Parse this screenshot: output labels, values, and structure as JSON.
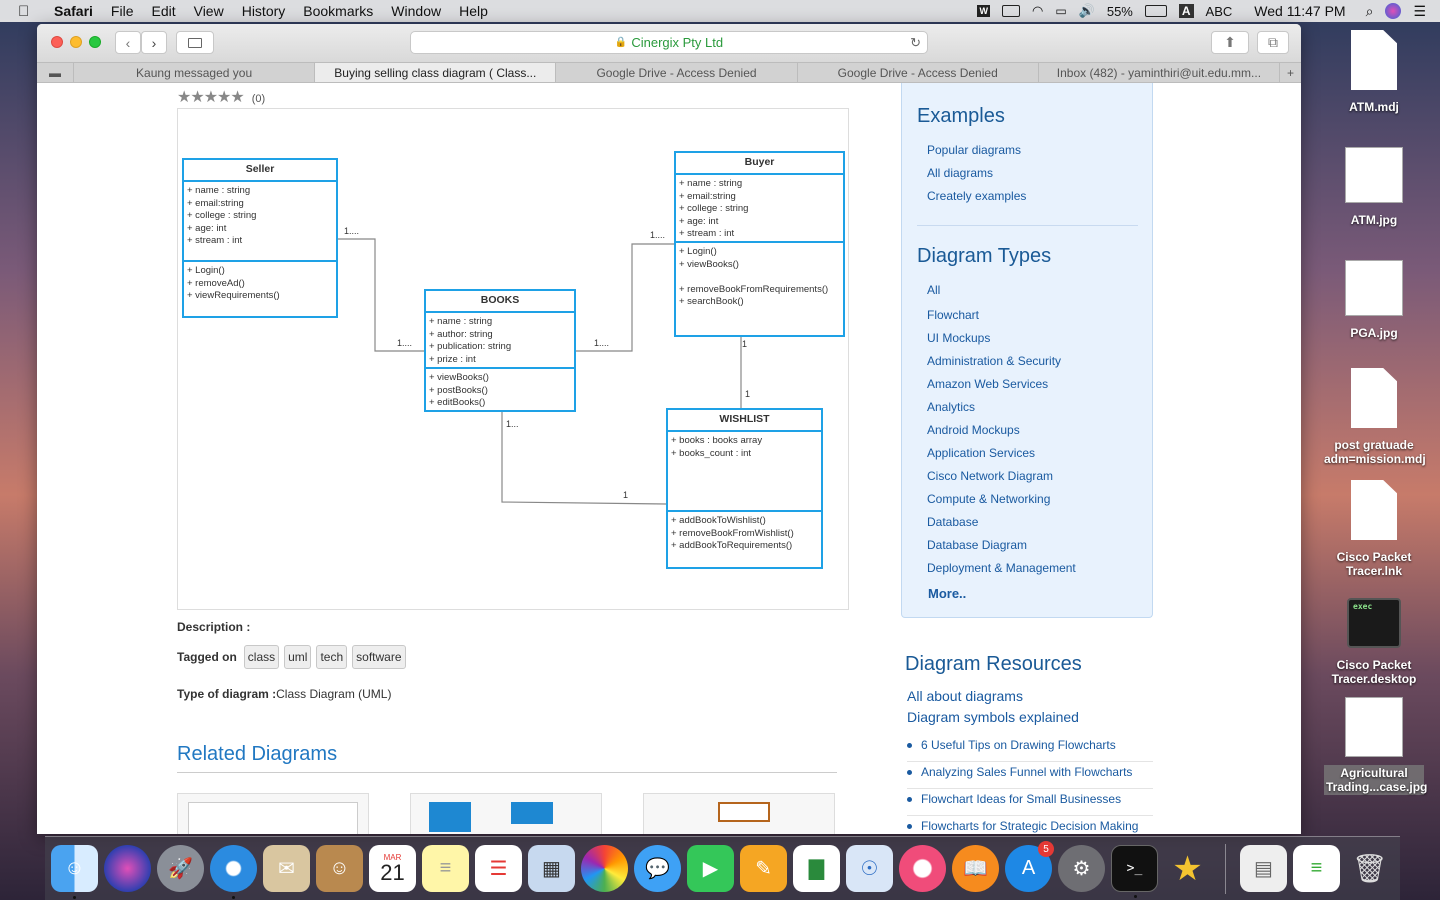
{
  "menubar": {
    "app": "Safari",
    "items": [
      "File",
      "Edit",
      "View",
      "History",
      "Bookmarks",
      "Window",
      "Help"
    ],
    "battery": "55%",
    "input_letter": "A",
    "input_source": "ABC",
    "clock": "Wed 11:47 PM"
  },
  "browser": {
    "url_display": "Cinergix Pty Ltd",
    "tabs": [
      "Kaung messaged you",
      "Buying selling class diagram ( Class...",
      "Google Drive - Access Denied",
      "Google Drive - Access Denied",
      "Inbox (482) - yaminthiri@uit.edu.mm..."
    ]
  },
  "page": {
    "rating_count": "(0)",
    "description_label": "Description :",
    "tagged_label": "Tagged on",
    "tags": [
      "class",
      "uml",
      "tech",
      "software"
    ],
    "type_label": "Type of diagram :",
    "type_value": "Class Diagram (UML)",
    "related_title": "Related Diagrams"
  },
  "diagram": {
    "seller": {
      "title": "Seller",
      "attrs": [
        "+ name : string",
        "+ email:string",
        "+ college : string",
        "+ age: int",
        "+ stream : int"
      ],
      "methods": [
        "+ Login()",
        "+ removeAd()",
        "+ viewRequirements()"
      ]
    },
    "buyer": {
      "title": "Buyer",
      "attrs": [
        "+ name : string",
        "+ email:string",
        "+ college : string",
        "+ age: int",
        "+ stream : int"
      ],
      "methods": [
        "+ Login()",
        "+ viewBooks()",
        "",
        "+ removeBookFromRequirements()",
        "+ searchBook()"
      ]
    },
    "books": {
      "title": "BOOKS",
      "attrs": [
        "+ name : string",
        "+ author: string",
        "+ publication: string",
        "+ prize : int"
      ],
      "methods": [
        "+  viewBooks()",
        "+ postBooks()",
        "+ editBooks()"
      ]
    },
    "wishlist": {
      "title": "WISHLIST",
      "attrs": [
        "+ books : books array",
        "+ books_count : int"
      ],
      "methods": [
        "+ addBookToWishlist()",
        "+ removeBookFromWishlist()",
        "+ addBookToRequirements()"
      ]
    },
    "multiplicities": {
      "seller_books_a": "1....",
      "seller_books_b": "1....",
      "books_buyer_a": "1....",
      "books_buyer_b": "1....",
      "buyer_wish_a": "1",
      "buyer_wish_b": "1",
      "books_wish_a": "1...",
      "books_wish_b": "1"
    }
  },
  "sidebar": {
    "examples_title": "Examples",
    "examples": [
      "Popular diagrams",
      "All diagrams",
      "Creately examples"
    ],
    "types_title": "Diagram Types",
    "types": [
      "All",
      "Flowchart",
      "UI Mockups",
      "Administration & Security",
      "Amazon Web Services",
      "Analytics",
      "Android Mockups",
      "Application Services",
      "Cisco Network Diagram",
      "Compute & Networking",
      "Database",
      "Database Diagram",
      "Deployment & Management"
    ],
    "more": "More..",
    "resources_title": "Diagram Resources",
    "resource_links": [
      "All about diagrams",
      "Diagram symbols explained"
    ],
    "resource_items": [
      "6 Useful Tips on Drawing Flowcharts",
      "Analyzing Sales Funnel with Flowcharts",
      "Flowchart Ideas for Small Businesses",
      "Flowcharts for Strategic Decision Making"
    ]
  },
  "desktop": {
    "icons": [
      "ATM.mdj",
      "ATM.jpg",
      "PGA.jpg",
      "post gratuade adm=mission.mdj",
      "Cisco Packet Tracer.lnk",
      "Cisco Packet Tracer.desktop",
      "Agricultural Trading...case.jpg"
    ],
    "terminal_text": "exec"
  },
  "dock": {
    "calendar_month": "MAR",
    "calendar_day": "21",
    "appstore_badge": "5"
  },
  "colors": {
    "uml_border": "#1ea1e6",
    "link": "#1a5aa0",
    "heading": "#1a5a96"
  }
}
